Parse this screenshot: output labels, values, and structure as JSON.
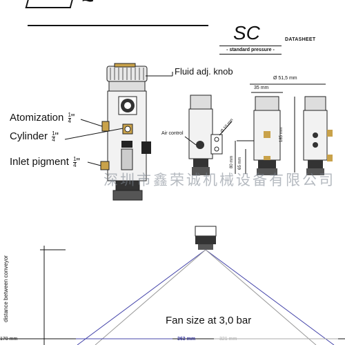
{
  "header": {
    "model": "SC",
    "subtitle": "- standard pressure -",
    "sheet_type": "DATASHEET"
  },
  "ports": {
    "atomization": {
      "label": "Atomization",
      "num": "1",
      "den": "4",
      "unit": "\""
    },
    "cylinder": {
      "label": "Cylinder",
      "num": "1",
      "den": "4",
      "unit": "\""
    },
    "inlet": {
      "label": "Inlet pigment",
      "num": "1",
      "den": "4",
      "unit": "\""
    }
  },
  "callouts": {
    "fluid_knob": "Fluid adj. knob",
    "air_control": "Air control"
  },
  "dimensions": {
    "width_total": "Ø 51,5 mm",
    "width_body": "35 mm",
    "height_total": "185 mm",
    "diameter": "Ø 10 mm",
    "h80": "80 mm",
    "h65": "65 mm",
    "conveyor_label": "distance between conveyor",
    "conveyor_value": "170 mm",
    "fan_title": "Fan size at 3,0 bar",
    "fan_blue": "363 mm",
    "fan_grey": "321 mm"
  },
  "watermark": "深圳市鑫荣诚机械设备有限公司",
  "colors": {
    "fan_outer": "#4444aa",
    "fan_inner": "#999999",
    "brass": "#c9a24a"
  }
}
